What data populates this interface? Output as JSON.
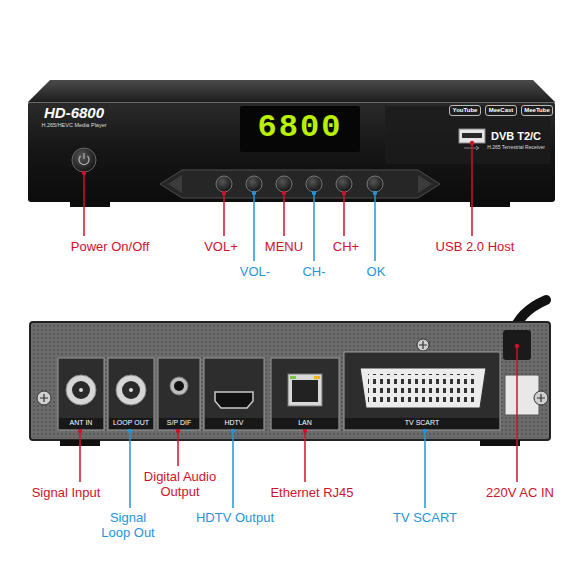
{
  "diagram": {
    "labels": [
      "HD-6800",
      "H.265/HEVC Media Player",
      "6800",
      "YouTube",
      "MeeCast",
      "MeeTube",
      "DVB T2/C",
      "H.265 Terrestrial Receiver",
      "Power On/Off",
      "VOL+",
      "VOL-",
      "MENU",
      "CH-",
      "CH+",
      "OK",
      "USB 2.0 Host",
      "ANT IN",
      "LOOP OUT",
      "S/P DIF",
      "HDTV",
      "LAN",
      "TV SCART",
      "Signal Input",
      "Signal Loop Out",
      "Digital Audio Output",
      "HDTV Output",
      "Ethernet RJ45",
      "TV SCART",
      "220V AC IN"
    ]
  }
}
